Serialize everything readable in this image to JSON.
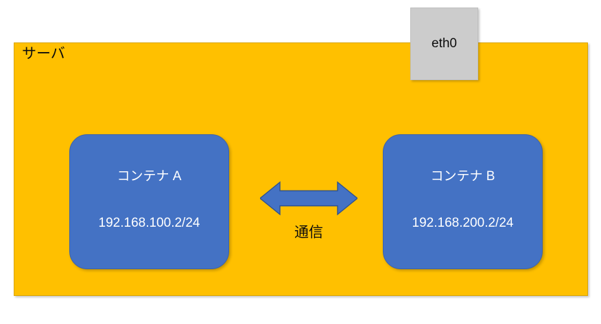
{
  "diagram": {
    "title": "",
    "server": {
      "label": "サーバ",
      "fill": "#FFC000",
      "text_color": "#0D0D0D"
    },
    "nic": {
      "label": "eth0",
      "fill": "#CCCCCC",
      "text_color": "#0D0D0D"
    },
    "containers": [
      {
        "name": "container-a",
        "title": "コンテナ A",
        "ip": "192.168.100.2/24",
        "fill": "#4472C4",
        "text_color": "#FFFFFF"
      },
      {
        "name": "container-b",
        "title": "コンテナ B",
        "ip": "192.168.200.2/24",
        "fill": "#4472C4",
        "text_color": "#FFFFFF"
      }
    ],
    "connection": {
      "label": "通信",
      "direction": "bidirectional",
      "arrow_fill": "#4472C4",
      "arrow_stroke": "#2F528F",
      "icon": "double-arrow-icon"
    }
  }
}
